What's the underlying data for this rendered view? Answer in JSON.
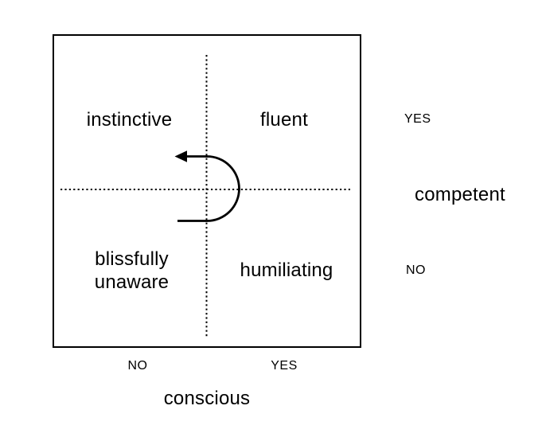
{
  "colors": {
    "ink": "#000000",
    "background": "#ffffff"
  },
  "matrix": {
    "quadrants": [
      {
        "position": "top-left",
        "label": "instinctive"
      },
      {
        "position": "top-right",
        "label": "fluent"
      },
      {
        "position": "bottom-left",
        "label": "blissfully unaware"
      },
      {
        "position": "bottom-right",
        "label": "humiliating"
      }
    ],
    "center_icon": "u-turn-arrow",
    "y_axis": {
      "label": "competent",
      "top_value": "YES",
      "bottom_value": "NO"
    },
    "x_axis": {
      "label": "conscious",
      "left_value": "NO",
      "right_value": "YES"
    }
  }
}
